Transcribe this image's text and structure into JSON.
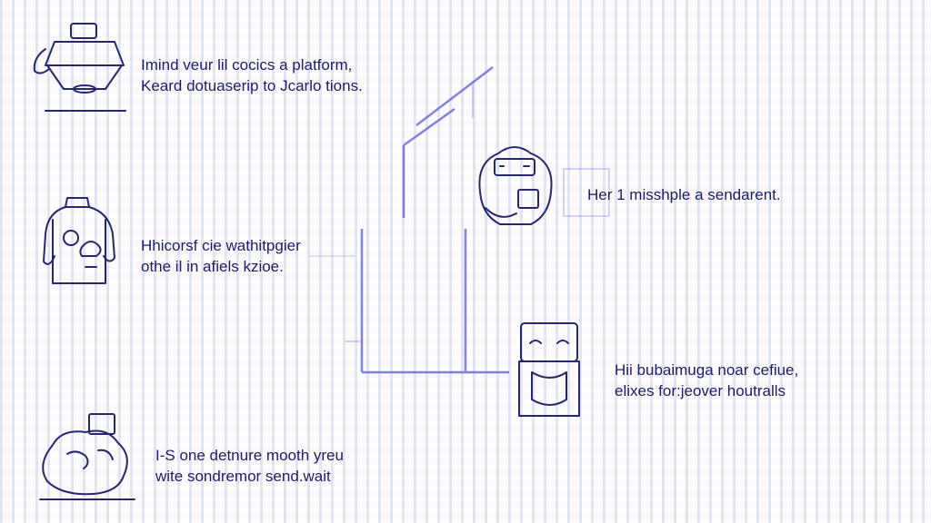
{
  "items": [
    {
      "line1": "Imind veur lil cocics a platform,",
      "line2": "Keard dotuaserip to Jcarlo tions."
    },
    {
      "line1": "Hhicorsf cie wathitpgier",
      "line2": "othe il in afiels kzioe."
    },
    {
      "line1": "I-S one detnure mooth yreu",
      "line2": "wite sondremor send.wait"
    },
    {
      "line1": "Her 1 misshple a sendarent."
    },
    {
      "line1": "Hii bubaimuga noar cefiue,",
      "line2": "elixes for:jeover houtralls"
    }
  ],
  "colors": {
    "text": "#1c1c6a",
    "connector": "#6b6fd6",
    "background": "#fbfbfe"
  }
}
